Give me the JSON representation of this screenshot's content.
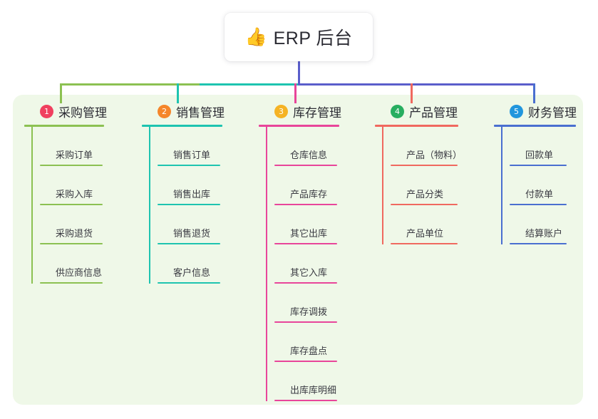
{
  "root": {
    "icon": "thumbs-up-emoji",
    "emoji": "👍",
    "title": "ERP 后台"
  },
  "palette": {
    "panel_background": "#eff8e8",
    "page_background": "#ffffff",
    "trunk_left": "#8cc152",
    "trunk_mid": "#1ec4b0",
    "trunk_right": "#5a5ecb",
    "text_primary": "#2b2b33",
    "text_leaf": "#3a3a42"
  },
  "branches": [
    {
      "number": "1",
      "title": "采购管理",
      "badge_color": "#f0405f",
      "line_color": "#8cc152",
      "leaves": [
        {
          "label": "采购订单"
        },
        {
          "label": "采购入库"
        },
        {
          "label": "采购退货"
        },
        {
          "label": "供应商信息"
        }
      ]
    },
    {
      "number": "2",
      "title": "销售管理",
      "badge_color": "#f5862a",
      "line_color": "#1ec4b0",
      "leaves": [
        {
          "label": "销售订单"
        },
        {
          "label": "销售出库"
        },
        {
          "label": "销售退货"
        },
        {
          "label": "客户信息"
        }
      ]
    },
    {
      "number": "3",
      "title": "库存管理",
      "badge_color": "#f5b324",
      "line_color": "#e8459a",
      "leaves": [
        {
          "label": "仓库信息"
        },
        {
          "label": "产品库存"
        },
        {
          "label": "其它出库"
        },
        {
          "label": "其它入库"
        },
        {
          "label": "库存调拨"
        },
        {
          "label": "库存盘点"
        },
        {
          "label": "出库库明细"
        }
      ]
    },
    {
      "number": "4",
      "title": "产品管理",
      "badge_color": "#27ae60",
      "line_color": "#f0695f",
      "leaves": [
        {
          "label": "产品（物料）"
        },
        {
          "label": "产品分类"
        },
        {
          "label": "产品单位"
        }
      ]
    },
    {
      "number": "5",
      "title": "财务管理",
      "badge_color": "#2196dd",
      "line_color": "#4a6fd0",
      "leaves": [
        {
          "label": "回款单"
        },
        {
          "label": "付款单"
        },
        {
          "label": "结算账户"
        }
      ]
    }
  ],
  "layout": {
    "branch_left_positions": [
      34,
      199,
      363,
      526,
      693
    ],
    "branch_rule_widths": [
      112,
      113,
      113,
      117,
      115
    ],
    "leaf_rule_widths": [
      88,
      88,
      88,
      94,
      80
    ]
  }
}
